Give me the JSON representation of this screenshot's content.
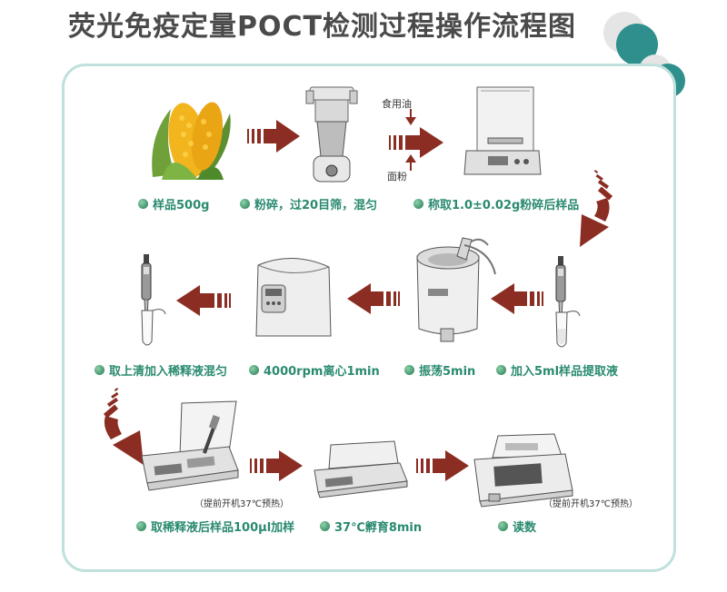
{
  "title": "荧光免疫定量POCT检测过程操作流程图",
  "steps": [
    {
      "label": "样品500g"
    },
    {
      "label": "粉碎，过20目筛，混匀"
    },
    {
      "label": "称取1.0±0.02g粉碎后样品"
    },
    {
      "label": "加入5ml样品提取液"
    },
    {
      "label": "振荡5min"
    },
    {
      "label": "4000rpm离心1min"
    },
    {
      "label": "取上清加入稀释液混匀"
    },
    {
      "label": "取稀释液后样品100μl加样"
    },
    {
      "label": "37℃孵育8min"
    },
    {
      "label": "读数"
    }
  ],
  "annotations": {
    "oil": "食用油",
    "flour": "面粉",
    "preheat_1": "（提前开机37℃预热）",
    "preheat_2": "（提前开机37℃预热）"
  },
  "colors": {
    "arrow": "#8b2d22",
    "step_text": "#2a8a70",
    "frame_border": "#bfe0dc",
    "title": "#4a4a4a",
    "accent_teal": "#2e8f8c"
  },
  "icons": [
    "corn-icon",
    "grinder-icon",
    "balance-icon",
    "pipette-icon",
    "shaker-icon",
    "centrifuge-icon",
    "incubator-icon",
    "reader-icon"
  ]
}
